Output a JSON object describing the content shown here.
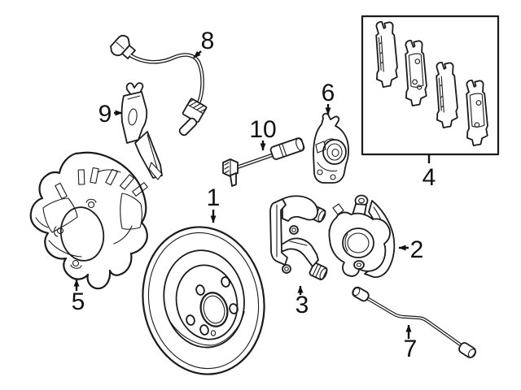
{
  "figure": {
    "kind": "exploded-parts-line-diagram",
    "background_color": "#ffffff",
    "line_color": "#1b1b1b",
    "label_color": "#111111"
  },
  "callouts": [
    {
      "label": "1",
      "part": "brake-rotor"
    },
    {
      "label": "2",
      "part": "brake-caliper"
    },
    {
      "label": "3",
      "part": "caliper-mounting-bracket"
    },
    {
      "label": "4",
      "part": "brake-pad-set"
    },
    {
      "label": "5",
      "part": "splash-shield"
    },
    {
      "label": "6",
      "part": "actuator-housing"
    },
    {
      "label": "7",
      "part": "brake-hose"
    },
    {
      "label": "8",
      "part": "wheel-speed-sensor-wire"
    },
    {
      "label": "9",
      "part": "sensor-bracket"
    },
    {
      "label": "10",
      "part": "pad-wear-sensor"
    }
  ]
}
